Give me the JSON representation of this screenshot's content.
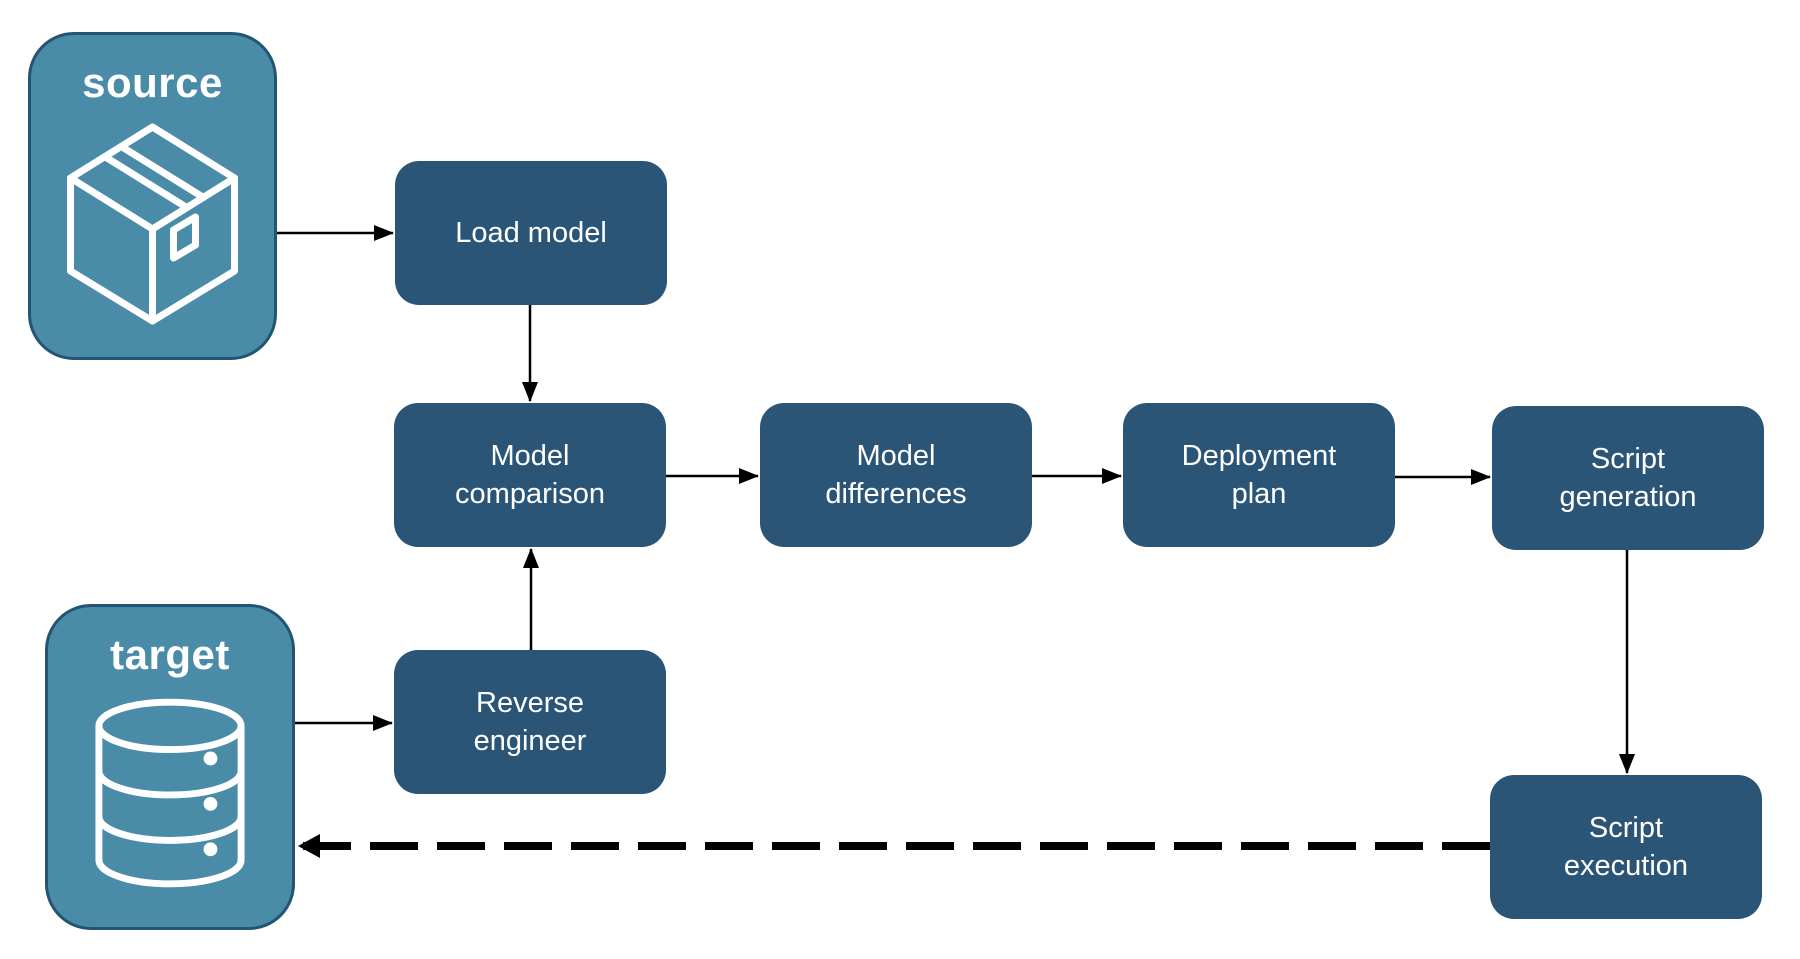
{
  "diagram": {
    "type": "flowchart",
    "colors": {
      "process_fill": "#2A5577",
      "entity_fill": "#4A8BA8",
      "entity_border": "#235472",
      "arrow": "#000000",
      "text": "#FFFFFF",
      "background": "#FFFFFF"
    },
    "entities": [
      {
        "id": "source",
        "label": "source",
        "icon": "package-icon"
      },
      {
        "id": "target",
        "label": "target",
        "icon": "database-icon"
      }
    ],
    "processes": [
      {
        "id": "load-model",
        "label": "Load model"
      },
      {
        "id": "model-comparison",
        "label": "Model comparison"
      },
      {
        "id": "model-differences",
        "label": "Model differences"
      },
      {
        "id": "deployment-plan",
        "label": "Deployment plan"
      },
      {
        "id": "script-generation",
        "label": "Script generation"
      },
      {
        "id": "reverse-engineer",
        "label": "Reverse engineer"
      },
      {
        "id": "script-execution",
        "label": "Script execution"
      }
    ],
    "edges": [
      {
        "from": "source",
        "to": "load-model",
        "style": "solid"
      },
      {
        "from": "load-model",
        "to": "model-comparison",
        "style": "solid"
      },
      {
        "from": "target",
        "to": "reverse-engineer",
        "style": "solid"
      },
      {
        "from": "reverse-engineer",
        "to": "model-comparison",
        "style": "solid"
      },
      {
        "from": "model-comparison",
        "to": "model-differences",
        "style": "solid"
      },
      {
        "from": "model-differences",
        "to": "deployment-plan",
        "style": "solid"
      },
      {
        "from": "deployment-plan",
        "to": "script-generation",
        "style": "solid"
      },
      {
        "from": "script-generation",
        "to": "script-execution",
        "style": "solid"
      },
      {
        "from": "script-execution",
        "to": "target",
        "style": "dashed"
      }
    ]
  }
}
